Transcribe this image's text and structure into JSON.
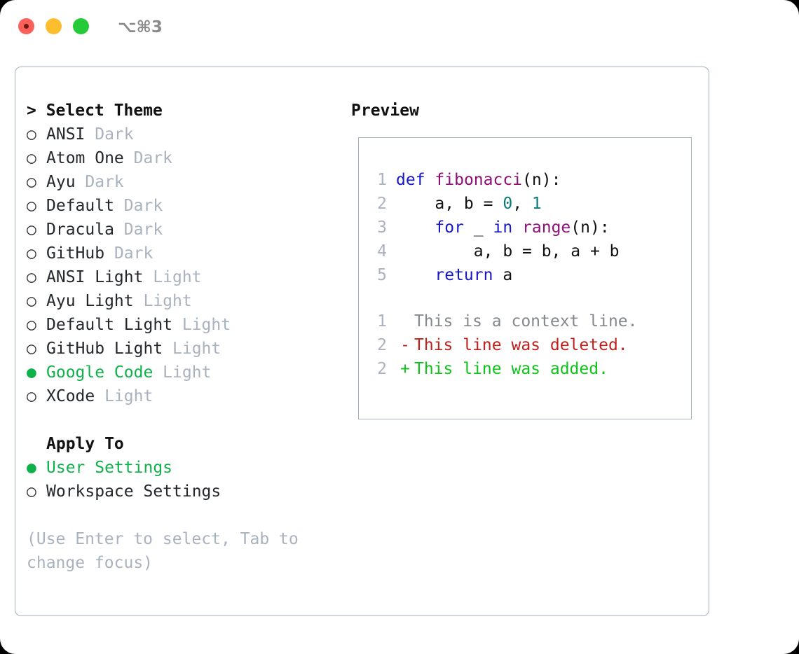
{
  "window": {
    "shortcut_label": "⌥⌘3",
    "traffic_lights": [
      {
        "name": "close",
        "color": "#fb6159"
      },
      {
        "name": "minimize",
        "color": "#fcbd2e"
      },
      {
        "name": "zoom",
        "color": "#25ca39"
      }
    ]
  },
  "theme_picker": {
    "header": "> Select Theme",
    "selected_marker": "●",
    "unselected_marker": "○",
    "items": [
      {
        "marker": "○",
        "name": "ANSI",
        "kind": "Dark",
        "selected": false
      },
      {
        "marker": "○",
        "name": "Atom One",
        "kind": "Dark",
        "selected": false
      },
      {
        "marker": "○",
        "name": "Ayu",
        "kind": "Dark",
        "selected": false
      },
      {
        "marker": "○",
        "name": "Default",
        "kind": "Dark",
        "selected": false
      },
      {
        "marker": "○",
        "name": "Dracula",
        "kind": "Dark",
        "selected": false
      },
      {
        "marker": "○",
        "name": "GitHub",
        "kind": "Dark",
        "selected": false
      },
      {
        "marker": "○",
        "name": "ANSI Light",
        "kind": "Light",
        "selected": false
      },
      {
        "marker": "○",
        "name": "Ayu Light",
        "kind": "Light",
        "selected": false
      },
      {
        "marker": "○",
        "name": "Default Light",
        "kind": "Light",
        "selected": false
      },
      {
        "marker": "○",
        "name": "GitHub Light",
        "kind": "Light",
        "selected": false
      },
      {
        "marker": "●",
        "name": "Google Code",
        "kind": "Light",
        "selected": true
      },
      {
        "marker": "○",
        "name": "XCode",
        "kind": "Light",
        "selected": false
      }
    ]
  },
  "apply_to": {
    "header": "Apply To",
    "items": [
      {
        "marker": "●",
        "name": "User Settings",
        "selected": true
      },
      {
        "marker": "○",
        "name": "Workspace Settings",
        "selected": false
      }
    ]
  },
  "hint": {
    "line1": "(Use Enter to select, Tab to",
    "line2": "change focus)"
  },
  "preview": {
    "title": "Preview",
    "code_lines": [
      {
        "number": "1",
        "tokens": [
          {
            "t": "def",
            "c": "kw"
          },
          {
            "t": " ",
            "c": "txt"
          },
          {
            "t": "fibonacci",
            "c": "fn"
          },
          {
            "t": "(n):",
            "c": "punc"
          }
        ]
      },
      {
        "number": "2",
        "tokens": [
          {
            "t": "    a, b = ",
            "c": "txt"
          },
          {
            "t": "0",
            "c": "num"
          },
          {
            "t": ", ",
            "c": "txt"
          },
          {
            "t": "1",
            "c": "num"
          }
        ]
      },
      {
        "number": "3",
        "tokens": [
          {
            "t": "    ",
            "c": "txt"
          },
          {
            "t": "for",
            "c": "kw"
          },
          {
            "t": " _ ",
            "c": "txt"
          },
          {
            "t": "in",
            "c": "kw"
          },
          {
            "t": " ",
            "c": "txt"
          },
          {
            "t": "range",
            "c": "fn"
          },
          {
            "t": "(n):",
            "c": "punc"
          }
        ]
      },
      {
        "number": "4",
        "tokens": [
          {
            "t": "        a, b = b, a + b",
            "c": "txt"
          }
        ]
      },
      {
        "number": "5",
        "tokens": [
          {
            "t": "    ",
            "c": "txt"
          },
          {
            "t": "return",
            "c": "kw"
          },
          {
            "t": " a",
            "c": "txt"
          }
        ]
      }
    ],
    "diff_lines": [
      {
        "number": "1",
        "sign": " ",
        "text": "This is a context line.",
        "kind": "context"
      },
      {
        "number": "2",
        "sign": "-",
        "text": "This line was deleted.",
        "kind": "deleted"
      },
      {
        "number": "2",
        "sign": "+",
        "text": "This line was added.",
        "kind": "added"
      }
    ]
  },
  "colors": {
    "accent_green": "#0fb14a",
    "muted_gray": "#a9b2bf",
    "border": "#a7b0bd",
    "keyword": "#1717c4",
    "function": "#8c1076",
    "number": "#0a7b79",
    "diff_deleted": "#c0211d",
    "diff_added": "#0ec319",
    "diff_context": "#85888c"
  }
}
